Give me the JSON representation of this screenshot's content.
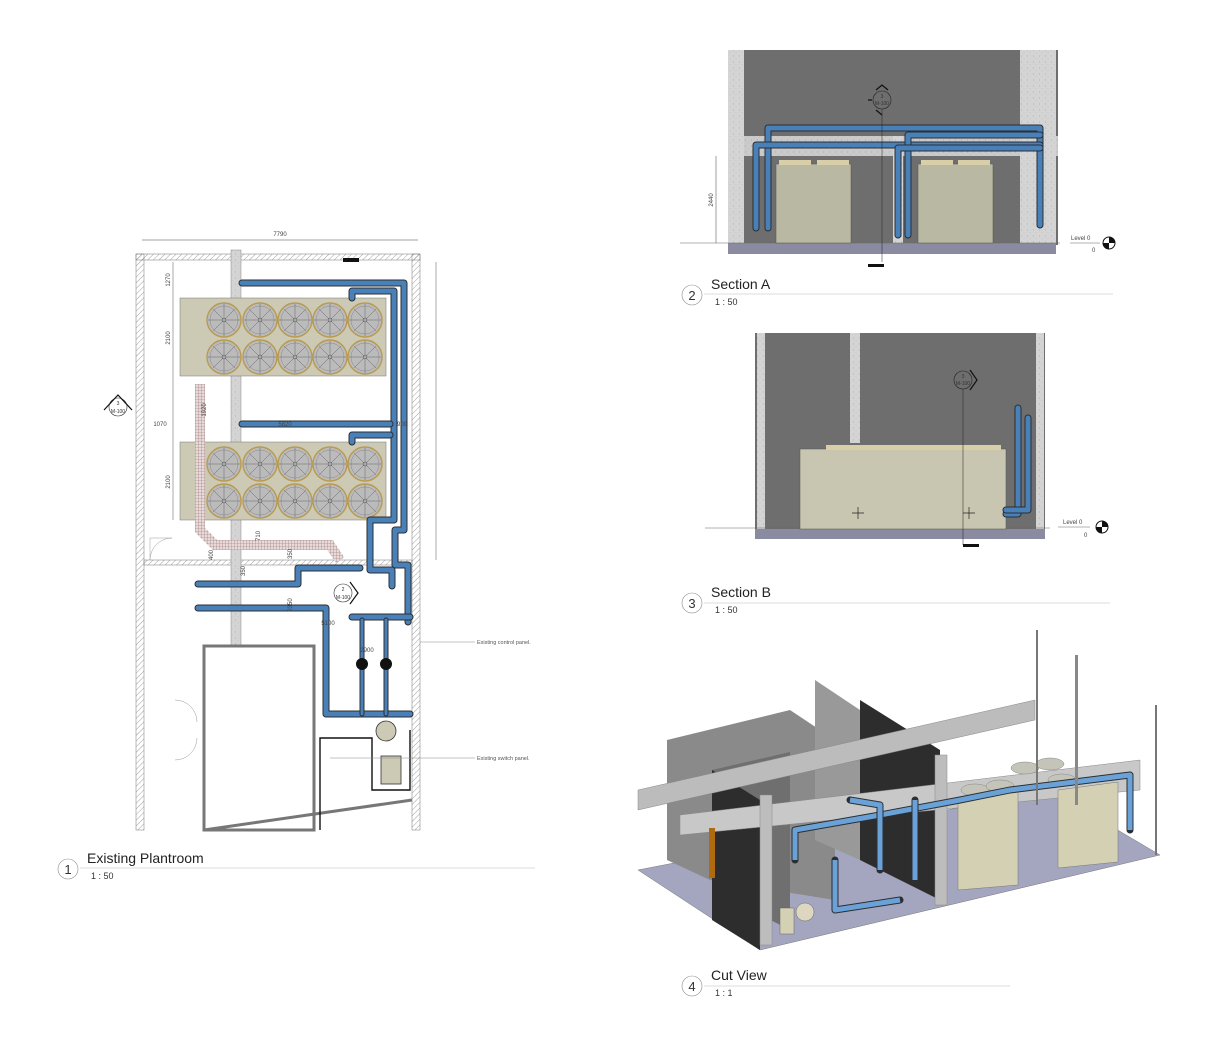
{
  "views": [
    {
      "number": "1",
      "title": "Existing Plantroom",
      "scale": "1 : 50"
    },
    {
      "number": "2",
      "title": "Section A",
      "scale": "1 : 50"
    },
    {
      "number": "3",
      "title": "Section B",
      "scale": "1 : 50"
    },
    {
      "number": "4",
      "title": "Cut View",
      "scale": "1 : 1"
    }
  ],
  "plan": {
    "dimensions": {
      "overall_width": "7790",
      "d1270": "1270",
      "d2100a": "2100",
      "d2100b": "2100",
      "d1070": "1070",
      "d1920": "1920",
      "d5820": "5820",
      "d900": "900",
      "d400": "400",
      "d710": "710",
      "d350a": "350",
      "d350b": "350",
      "d2350": "2350",
      "d5100": "5100",
      "d2900": "2900"
    },
    "section_tags": [
      {
        "number": "3",
        "sheet": "M-100"
      },
      {
        "number": "2",
        "sheet": "M-100"
      }
    ],
    "notes": {
      "control_panel": "Existing control panel.",
      "switch_panel": "Existing switch panel."
    }
  },
  "section_a": {
    "dimension": "2440",
    "level_label": "Level 0",
    "level_value": "0",
    "tag": {
      "number": "3",
      "sheet": "M-100"
    }
  },
  "section_b": {
    "level_label": "Level 0",
    "level_value": "0",
    "tag": {
      "number": "3",
      "sheet": "M-100"
    }
  },
  "colors": {
    "pipe": "#4a80b8",
    "unit": "#c8c6b0",
    "wall_dark": "#6e6e6e",
    "floor": "#8a8aa0"
  }
}
